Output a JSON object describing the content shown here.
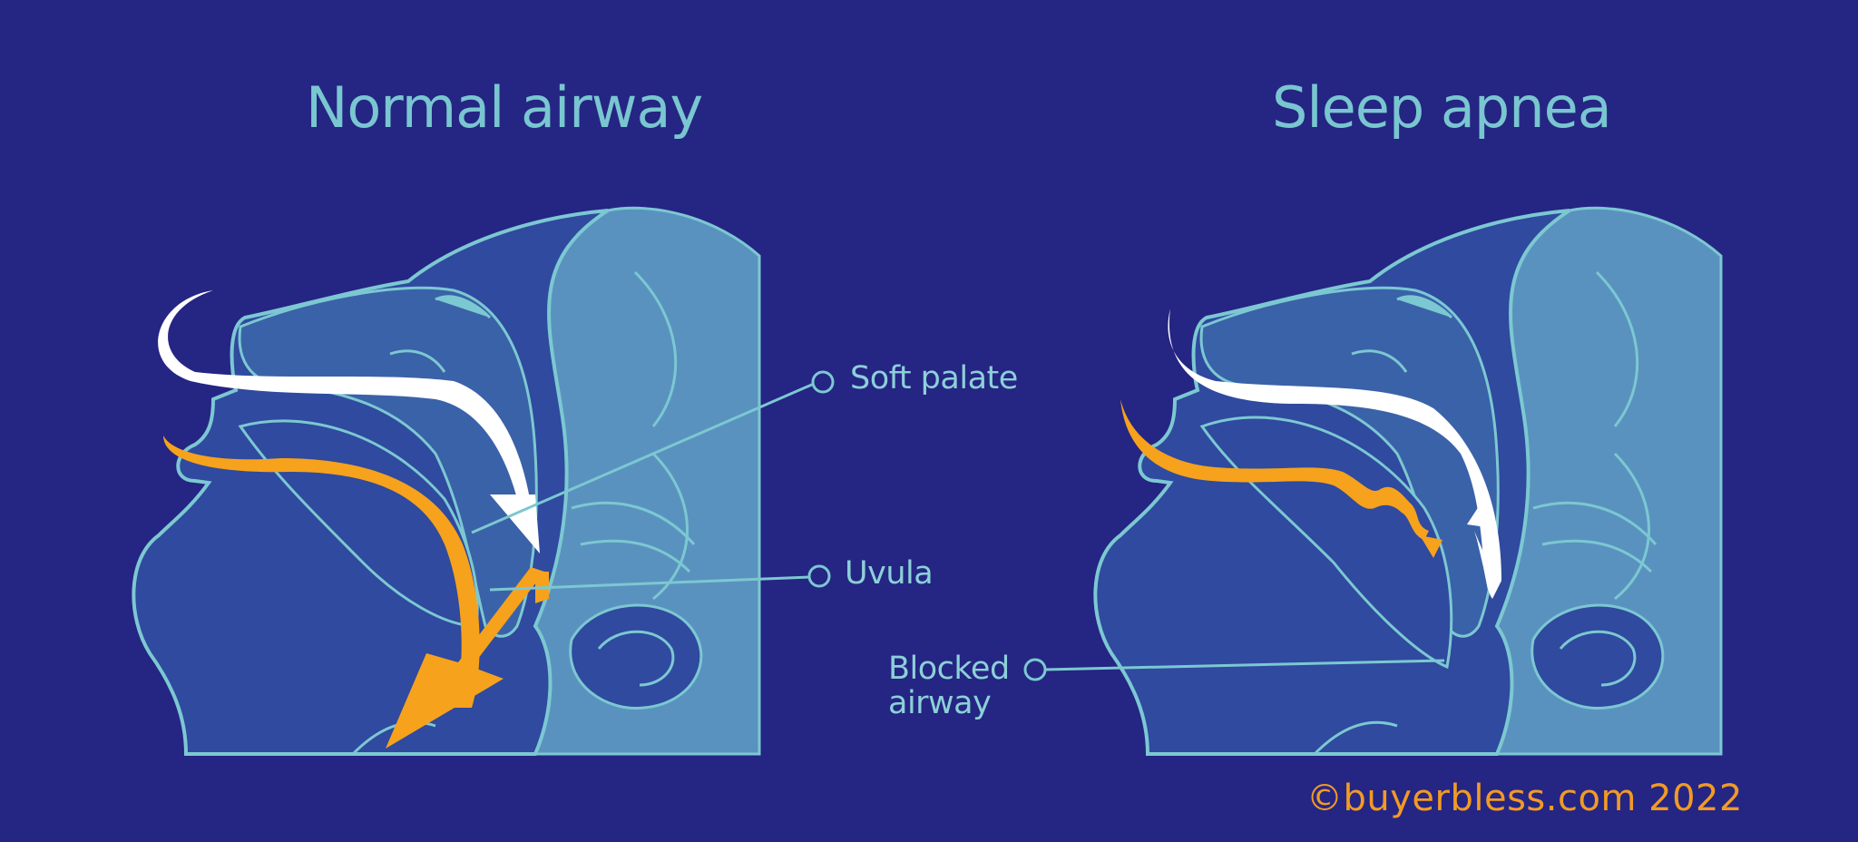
{
  "panels": {
    "left": {
      "title": "Normal airway"
    },
    "right": {
      "title": "Sleep apnea"
    }
  },
  "callouts": {
    "soft_palate": "Soft palate",
    "uvula": "Uvula",
    "blocked_airway_line1": "Blocked",
    "blocked_airway_line2": "airway"
  },
  "credit": "©buyerbless.com 2022",
  "colors": {
    "background": "#252583",
    "outline": "#7cc8d2",
    "tissue": "#3a62a8",
    "spine": "#5a92bf",
    "airflow_inhale": "#ffffff",
    "airflow_exhale": "#f6a21c",
    "credit": "#f29a25"
  }
}
